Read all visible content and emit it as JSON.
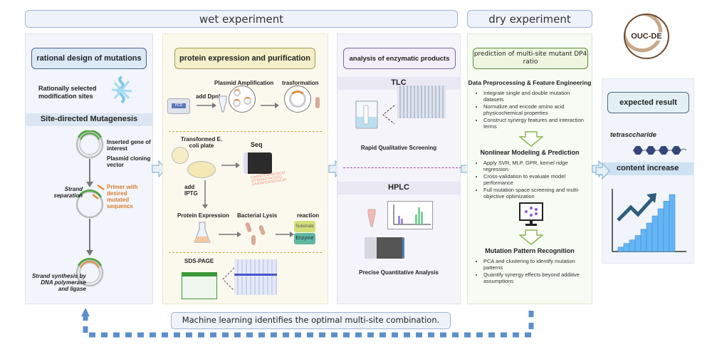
{
  "phases": {
    "wet": "wet experiment",
    "dry": "dry experiment"
  },
  "logo": {
    "text": "OUC-DE"
  },
  "panel1": {
    "header": "rational design of mutations",
    "selected_sites": "Rationally selected modification sites",
    "band": "Site-directed Mutagenesis",
    "inserted_gene": "Inserted gene of interest",
    "plasmid_vector": "Plasmid cloning vector",
    "strand_separation": "Strand separation",
    "primer": "Primer with desired mutated sequence",
    "strand_synthesis": "Strand synthesis by DNA polymerase and ligase"
  },
  "panel2": {
    "header": "protein expression and purification",
    "add_dpni": "add DpnI",
    "pcr": "PCR",
    "plasmid_amp": "Plasmid Amplification",
    "transformation": "trasformation",
    "ecoli_plate": "Transformed E. coli plate",
    "seq": "Seq",
    "seq_text": [
      "CAATATCATGCGCAT",
      "GTTATAGTACGCG",
      "CAATATCATGCGCAT"
    ],
    "add_iptg": "add IPTG",
    "protein_expression": "Protein Expression",
    "bacterial_lysis": "Bacterial Lysis",
    "reaction": "reaction",
    "substrate": "Substrate",
    "enzyme": "Enzyme",
    "sds_page": "SDS-PAGE"
  },
  "panel3": {
    "header": "analysis of enzymatic products",
    "tlc": "TLC",
    "tlc_caption": "Rapid Qualitative Screening",
    "hplc": "HPLC",
    "hplc_caption": "Precise Quantitative Analysis"
  },
  "panel4": {
    "header": "prediction of multi-site mutant DP4 ratio",
    "s1_title": "Data Preprocessing & Feature Engineering",
    "s1_items": [
      "Integrate single and double mutation datasets",
      "Normalize and encode amino acid physicochemical properties",
      "Construct synergy features and interaction terms"
    ],
    "s2_title": "Nonlinear Modeling & Prediction",
    "s2_items": [
      "Apply SVR, MLP, GPR, kernel ridge regression",
      "Cross-validation to evaluate model performance",
      "Full mutation space screening and multi-objective optimization"
    ],
    "s3_title": "Mutation Pattern Recognition",
    "s3_items": [
      "PCA and clustering to identify mutation patterns",
      "Quantify synergy effects beyond additive assumptions"
    ]
  },
  "panel5": {
    "header": "expected result",
    "product": "tetrasccharide",
    "band": "content increase",
    "bars": [
      1,
      1.8,
      2.6,
      3.6,
      5,
      6.4,
      8,
      9.6,
      11.3,
      12.8
    ]
  },
  "feedback": {
    "label": "Machine learning identifies the optimal multi-site combination."
  },
  "colors": {
    "blue_arrow": "#5b8fc9",
    "green": "#4aa53c",
    "orange": "#e08a3c",
    "gray": "#bbbbbb"
  }
}
